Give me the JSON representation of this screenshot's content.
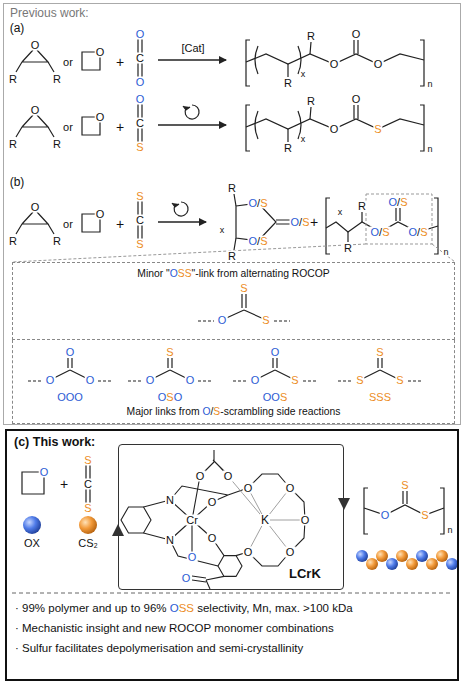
{
  "diagram": {
    "nodes": [
      {
        "text": [
          "Previous work:"
        ]
      },
      {
        "text": [
          "Minor \"OSS\"-link from alternating ROCOP"
        ],
        "in": 0
      },
      {
        "text": [
          "Major links from O/S-scrambling side reactions"
        ],
        "in": 0
      },
      {
        "text": [
          "(c) This work:",
          "· 99% polymer and up to 96% OSS selectivity, Mn, max. >100 kDa",
          "· Mechanistic insight and new ROCOP monomer combinations",
          "· Sulfur facilitates depolymerisation and semi-crystallinity"
        ]
      },
      {
        "text": [
          "LCrK"
        ],
        "in": 3
      }
    ],
    "labels": [
      "(a)",
      "O",
      "R",
      "R",
      "or",
      "O",
      "+",
      "O",
      "C",
      "O",
      "[Cat]",
      "R",
      "R",
      "x",
      "O",
      "O",
      "O",
      "n",
      "O",
      "R",
      "R",
      "or",
      "O",
      "+",
      "O",
      "C",
      "S",
      "R",
      "R",
      "x",
      "O",
      "O",
      "S",
      "n",
      "(b)",
      "O",
      "R",
      "R",
      "or",
      "O",
      "+",
      "S",
      "C",
      "S",
      "R",
      "x",
      "R",
      "O/S",
      "O/S",
      "O/S",
      "+",
      "R",
      "R",
      "x",
      "O/S",
      "O/S",
      "O/S",
      "n",
      "S",
      "O",
      "S",
      "O",
      "O",
      "O",
      "OOO",
      "S",
      "O",
      "O",
      "OSO",
      "O",
      "O",
      "S",
      "OOS",
      "S",
      "S",
      "S",
      "SSS",
      "O",
      "+",
      "S",
      "C",
      "S",
      "OX",
      "CS₂",
      "O",
      "O",
      "N",
      "N",
      "Cr",
      "O",
      "O",
      "O",
      "K",
      "O",
      "O",
      "O",
      "O",
      "O",
      "O",
      "O",
      "S",
      "S",
      "n"
    ]
  }
}
